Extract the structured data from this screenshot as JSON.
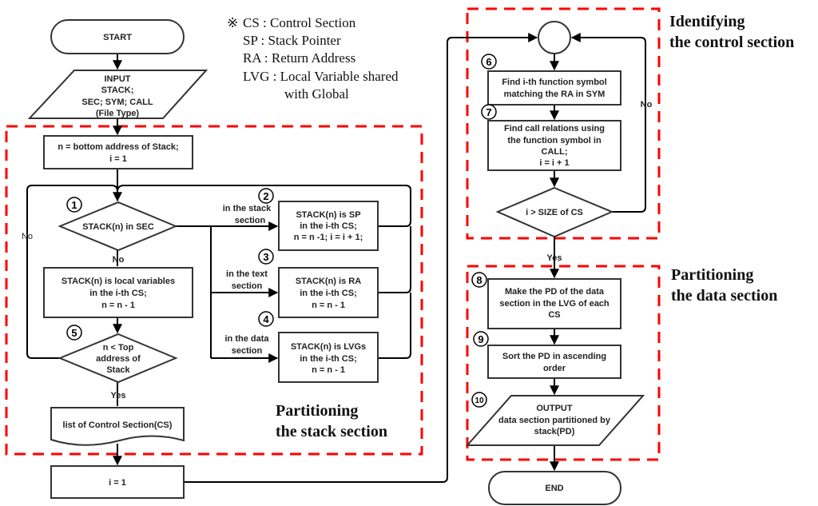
{
  "legend": {
    "symbol": "※",
    "lines": [
      "CS : Control Section",
      "SP : Stack Pointer",
      "RA : Return Address",
      "LVG : Local Variable shared",
      "with Global"
    ]
  },
  "sections": {
    "stack": [
      "Partitioning",
      "the stack section"
    ],
    "control": [
      "Identifying",
      "the control section"
    ],
    "data": [
      "Partitioning",
      "the data section"
    ]
  },
  "nodes": {
    "start": [
      "START"
    ],
    "input": [
      "INPUT",
      "STACK;",
      "SEC; SYM; CALL",
      "(File Type)"
    ],
    "init": [
      "n = bottom address of Stack;",
      "i = 1"
    ],
    "dec1": [
      "STACK(n) in SEC"
    ],
    "local": [
      "STACK(n) is local variables",
      "in the i-th CS;",
      "n = n - 1"
    ],
    "dec5": [
      "n < Top",
      "address of",
      "Stack"
    ],
    "list": [
      "list of Control Section(CS)"
    ],
    "i1": [
      "i = 1"
    ],
    "sp": [
      "STACK(n) is SP",
      "in the i-th CS;",
      "n = n -1; i = i + 1;"
    ],
    "ra": [
      "STACK(n) is RA",
      "in the i-th CS;",
      "n = n - 1"
    ],
    "lvg": [
      "STACK(n) is LVGs",
      "in the i-th CS;",
      "n = n - 1"
    ],
    "find_sym": [
      "Find i-th function symbol",
      "matching the RA in SYM"
    ],
    "find_call": [
      "Find call relations using",
      "the function symbol in",
      "CALL;",
      "i = i + 1"
    ],
    "dec_size": [
      "i > SIZE of CS"
    ],
    "make_pd": [
      "Make the PD of the data",
      "section in the LVG of each",
      "CS"
    ],
    "sort_pd": [
      "Sort the PD in ascending",
      "order"
    ],
    "output": [
      "OUTPUT",
      "data section partitioned by",
      "stack(PD)"
    ],
    "end": [
      "END"
    ]
  },
  "edge_labels": {
    "no_left": "No",
    "no_down": "No",
    "yes_5": "Yes",
    "stack_sec": [
      "in the stack",
      "section"
    ],
    "text_sec": [
      "in the text",
      "section"
    ],
    "data_sec": [
      "in the data",
      "section"
    ],
    "no_right": "No",
    "yes_size": "Yes"
  },
  "step_numbers": [
    "1",
    "2",
    "3",
    "4",
    "5",
    "6",
    "7",
    "8",
    "9",
    "10"
  ],
  "colors": {
    "section_border": "#ff0000",
    "line": "#000000"
  }
}
